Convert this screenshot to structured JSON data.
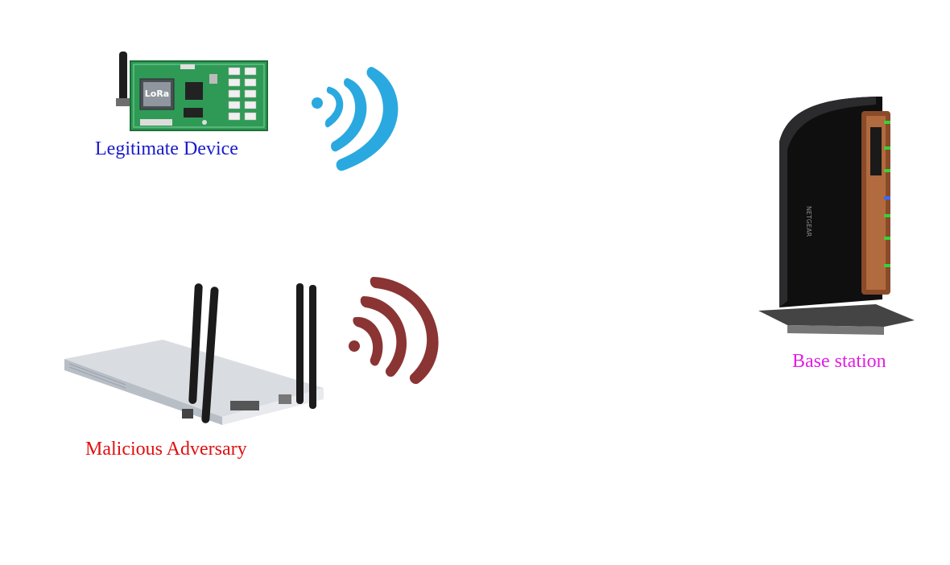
{
  "labels": {
    "legitimate_device": "Legitimate Device",
    "malicious_adversary": "Malicious Adversary",
    "base_station": "Base station",
    "lora_chip": "LoRa",
    "router_brand": "NETGEAR"
  },
  "colors": {
    "legitimate_label": "#1a1acc",
    "malicious_label": "#e01010",
    "base_station_label": "#e020e0",
    "legitimate_signal": "#2aa9e0",
    "malicious_signal": "#8b3434"
  },
  "icons": {
    "legitimate_device": "lora-board-icon",
    "malicious_adversary": "sdr-radio-box-icon",
    "base_station": "wifi-router-icon",
    "legitimate_signal": "wireless-signal-icon",
    "malicious_signal": "wireless-signal-icon"
  }
}
